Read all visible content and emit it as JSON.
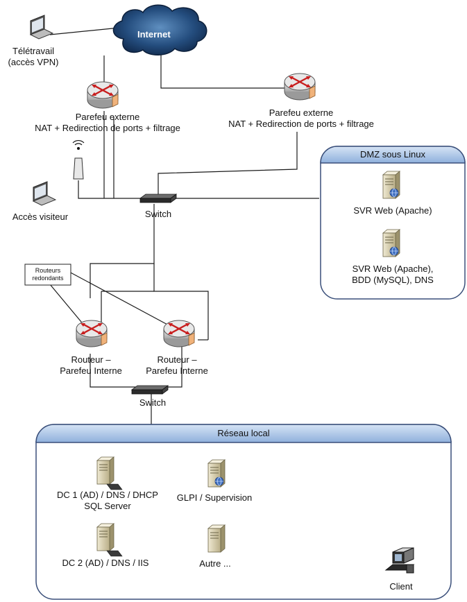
{
  "internet": {
    "label": "Internet"
  },
  "remote": {
    "label_line1": "Télétravail",
    "label_line2": "(accès VPN)"
  },
  "firewall_left": {
    "line1": "Parefeu externe",
    "line2": "NAT + Redirection de ports + filtrage"
  },
  "firewall_right": {
    "line1": "Parefeu externe",
    "line2": "NAT + Redirection de ports + filtrage"
  },
  "visitor": {
    "label": "Accès visiteur"
  },
  "switch_top": {
    "label": "Switch"
  },
  "switch_bottom": {
    "label": "Switch"
  },
  "redundant_note": {
    "line1": "Routeurs",
    "line2": "redondants"
  },
  "router_left": {
    "line1": "Routeur –",
    "line2": "Parefeu Interne"
  },
  "router_right": {
    "line1": "Routeur –",
    "line2": "Parefeu Interne"
  },
  "dmz": {
    "title": "DMZ sous Linux",
    "server1": {
      "label": "SVR Web (Apache)"
    },
    "server2": {
      "line1": "SVR Web (Apache),",
      "line2": "BDD (MySQL), DNS"
    }
  },
  "lan": {
    "title": "Réseau local",
    "dc1": {
      "line1": "DC 1 (AD) / DNS / DHCP",
      "line2": "SQL Server"
    },
    "glpi": {
      "label": "GLPI / Supervision"
    },
    "dc2": {
      "label": "DC 2 (AD) / DNS / IIS"
    },
    "other": {
      "label": "Autre ..."
    },
    "client": {
      "label": "Client"
    }
  },
  "colors": {
    "zone_header": "#a9c3e6",
    "zone_border": "#3a4f7a",
    "router_red": "#c81e1e",
    "cloud": "#1b3f6a"
  }
}
